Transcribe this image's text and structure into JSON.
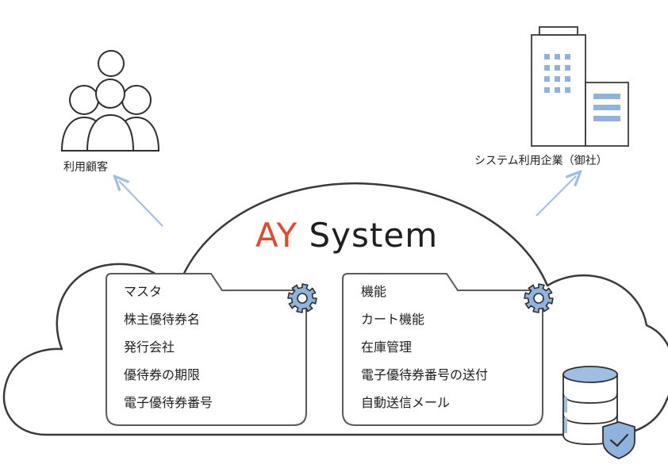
{
  "users": {
    "label": "利用顧客",
    "icon": "people-group-icon"
  },
  "company": {
    "label": "システム利用企業（御社）",
    "icon": "office-building-icon"
  },
  "system": {
    "title_accent": "AY",
    "title_rest": " System"
  },
  "master_panel": {
    "icon": "gear-icon",
    "items": [
      "マスタ",
      "株主優待券名",
      "発行会社",
      "優待券の期限",
      "電子優待券番号"
    ]
  },
  "function_panel": {
    "icon": "gear-icon",
    "items": [
      "機能",
      "カート機能",
      "在庫管理",
      "電子優待券番号の送付",
      "自動送信メール"
    ]
  },
  "database": {
    "icon": "database-shield-icon"
  },
  "colors": {
    "accent": "#e24a2c",
    "blue": "#8fb3dd",
    "line": "#4a4a4a",
    "arrow": "#9ebfe3"
  }
}
